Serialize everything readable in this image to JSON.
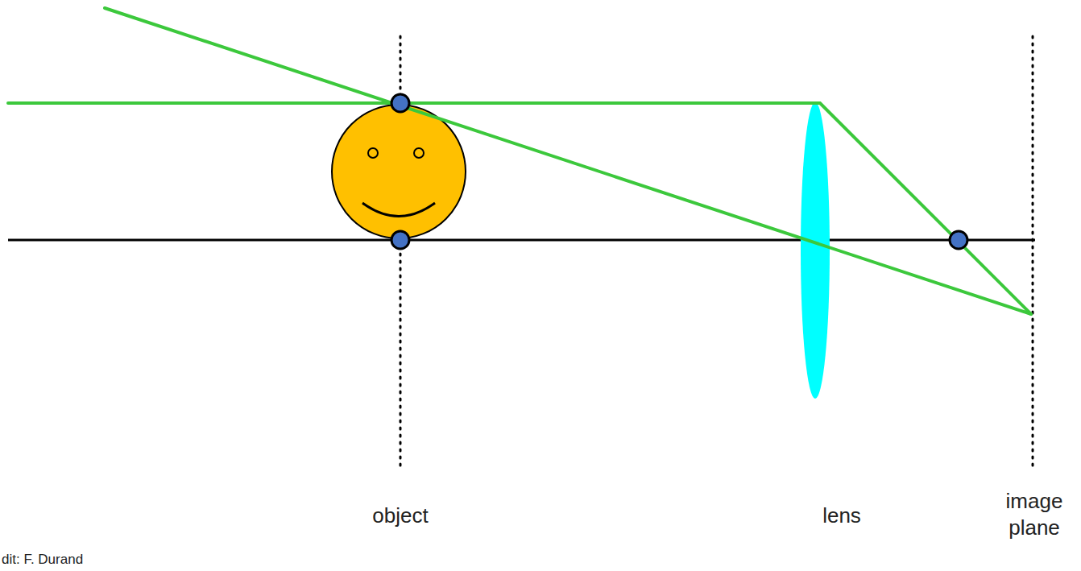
{
  "diagram": {
    "labels": [
      "object",
      "lens",
      "image plane",
      "dit: F. Durand"
    ]
  }
}
